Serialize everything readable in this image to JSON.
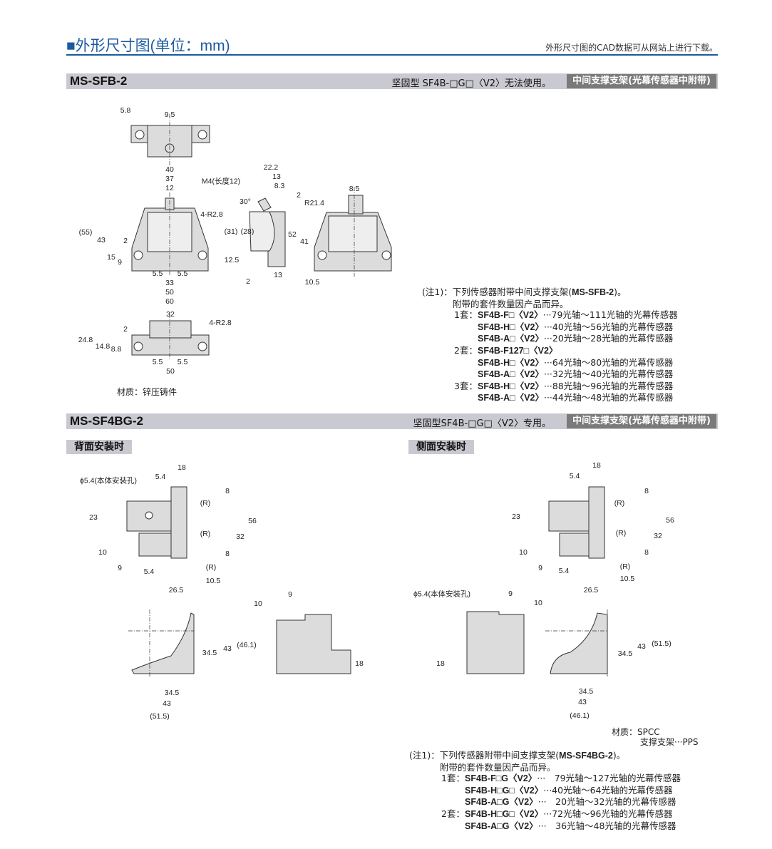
{
  "header": {
    "title": "■外形尺寸图(单位：mm)",
    "cad_note": "外形尺寸图的CAD数据可从网站上进行下载。"
  },
  "colors": {
    "title_blue": "#1a5aa0",
    "bar_gray": "#c9c9d1",
    "badge_gray": "#7a7a7a",
    "part_fill": "#dcdcdc"
  },
  "section1": {
    "model": "MS-SFB-2",
    "compat": "坚固型 SF4B-□G□〈V2〉无法使用。",
    "badge": "中间支撑支架(光幕传感器中附带)",
    "dims": [
      "5.8",
      "9.5",
      "40",
      "37",
      "12",
      "M4(长度12)",
      "4-R2.8",
      "(55)",
      "43",
      "2",
      "15",
      "9",
      "5.5",
      "5.5",
      "33",
      "50",
      "60",
      "22.2",
      "13",
      "8.3",
      "2",
      "30°",
      "R21.4",
      "(31)",
      "(28)",
      "52",
      "12.5",
      "13",
      "2",
      "8.5",
      "41",
      "10.5",
      "32",
      "4-R2.8",
      "2",
      "24.8",
      "14.8",
      "8.8",
      "5.5",
      "5.5",
      "50"
    ],
    "material": "材质：锌压铸件",
    "note": {
      "lead": "(注1)：",
      "line1_pre": "下列传感器附带中间支撑支架(",
      "line1_model": "MS-SFB-2",
      "line1_post": ")。",
      "line2": "附带的套件数量因产品而异。",
      "rows": [
        {
          "set": "1套：",
          "model": "SF4B-F□〈V2〉",
          "desc": "···79光轴～111光轴的光幕传感器"
        },
        {
          "set": "",
          "model": "SF4B-H□〈V2〉",
          "desc": "···40光轴～56光轴的光幕传感器"
        },
        {
          "set": "",
          "model": "SF4B-A□〈V2〉",
          "desc": "···20光轴～28光轴的光幕传感器"
        },
        {
          "set": "2套：",
          "model": "SF4B-F127□〈V2〉",
          "desc": ""
        },
        {
          "set": "",
          "model": "SF4B-H□〈V2〉",
          "desc": "···64光轴～80光轴的光幕传感器"
        },
        {
          "set": "",
          "model": "SF4B-A□〈V2〉",
          "desc": "···32光轴～40光轴的光幕传感器"
        },
        {
          "set": "3套：",
          "model": "SF4B-H□〈V2〉",
          "desc": "···88光轴～96光轴的光幕传感器"
        },
        {
          "set": "",
          "model": "SF4B-A□〈V2〉",
          "desc": "···44光轴～48光轴的光幕传感器"
        }
      ]
    }
  },
  "section2": {
    "model": "MS-SF4BG-2",
    "compat": "坚固型SF4B-□G□〈V2〉专用。",
    "badge": "中间支撑支架(光幕传感器中附带)",
    "tab_back": "背面安装时",
    "tab_side": "侧面安装时",
    "dims_back": [
      "5.4",
      "18",
      "ϕ5.4(本体安装孔)",
      "8",
      "(R)",
      "23",
      "56",
      "(R)",
      "32",
      "10",
      "8",
      "9",
      "5.4",
      "(R)",
      "10.5",
      "26.5",
      "9",
      "10",
      "34.5",
      "43",
      "(46.1)",
      "18",
      "34.5",
      "43",
      "(51.5)"
    ],
    "dims_side": [
      "5.4",
      "18",
      "8",
      "(R)",
      "23",
      "56",
      "(R)",
      "32",
      "10",
      "8",
      "9",
      "5.4",
      "(R)",
      "10.5",
      "26.5",
      "ϕ5.4(本体安装孔)",
      "9",
      "10",
      "18",
      "34.5",
      "43",
      "(51.5)",
      "34.5",
      "43",
      "(46.1)"
    ],
    "material_1": "材质：SPCC",
    "material_2": "支撑支架···PPS",
    "note": {
      "lead": "(注1)：",
      "line1_pre": "下列传感器附带中间支撑支架(",
      "line1_model": "MS-SF4BG-2",
      "line1_post": ")。",
      "line2": "附带的套件数量因产品而异。",
      "rows": [
        {
          "set": "1套：",
          "model": "SF4B-F□G〈V2〉",
          "desc": "···　79光轴～127光轴的光幕传感器"
        },
        {
          "set": "",
          "model": "SF4B-H□G□〈V2〉",
          "desc": "···40光轴～64光轴的光幕传感器"
        },
        {
          "set": "",
          "model": "SF4B-A□G〈V2〉",
          "desc": "···　20光轴～32光轴的光幕传感器"
        },
        {
          "set": "2套：",
          "model": "SF4B-H□G□〈V2〉",
          "desc": "···72光轴～96光轴的光幕传感器"
        },
        {
          "set": "",
          "model": "SF4B-A□G〈V2〉",
          "desc": "···　36光轴～48光轴的光幕传感器"
        }
      ]
    }
  }
}
